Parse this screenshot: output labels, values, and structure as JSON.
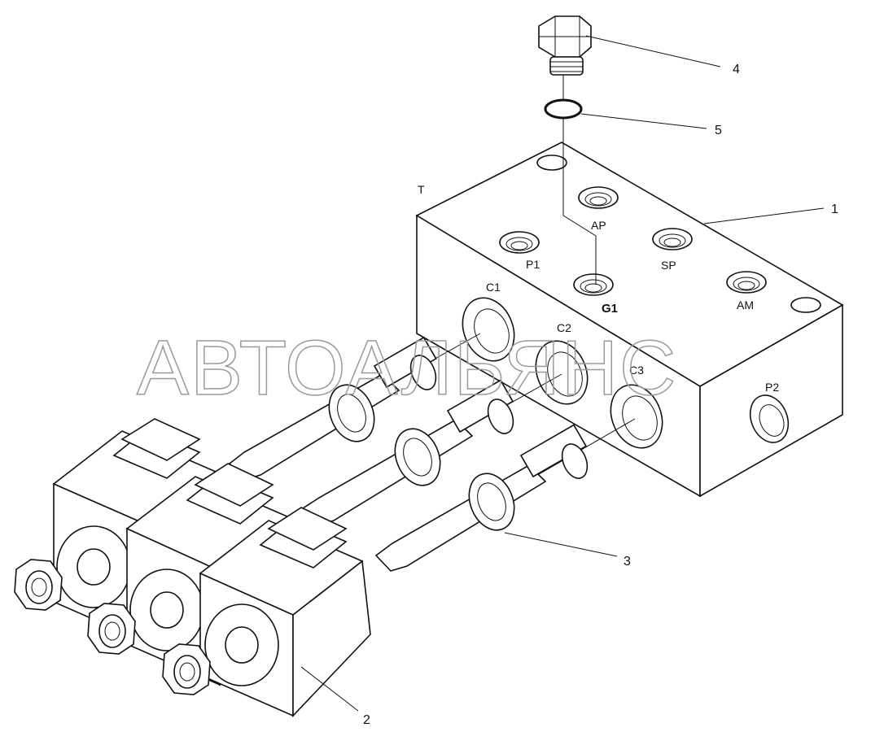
{
  "watermark": "АВТОАЛЬЯНС",
  "port_labels": {
    "t": "T",
    "ap": "AP",
    "p1": "P1",
    "sp": "SP",
    "g1": "G1",
    "am": "AM",
    "c1": "C1",
    "c2": "C2",
    "c3": "C3",
    "p2": "P2"
  },
  "callouts": {
    "manifold_block": "1",
    "solenoid_coils": "2",
    "cartridge_valves": "3",
    "plug": "4",
    "o_ring": "5"
  }
}
